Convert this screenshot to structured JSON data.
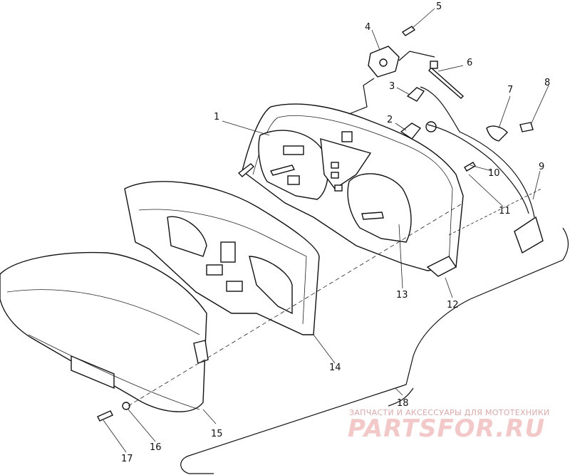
{
  "diagram": {
    "callouts": [
      "1",
      "2",
      "3",
      "4",
      "5",
      "6",
      "7",
      "8",
      "9",
      "10",
      "11",
      "12",
      "13",
      "14",
      "15",
      "16",
      "17",
      "18"
    ]
  },
  "watermark": {
    "tagline": "ЗАПЧАСТИ И АКСЕССУАРЫ ДЛЯ МОТОТЕХНИКИ",
    "logo": "PARTSFOR.RU",
    "color": "#f2c8c8"
  }
}
